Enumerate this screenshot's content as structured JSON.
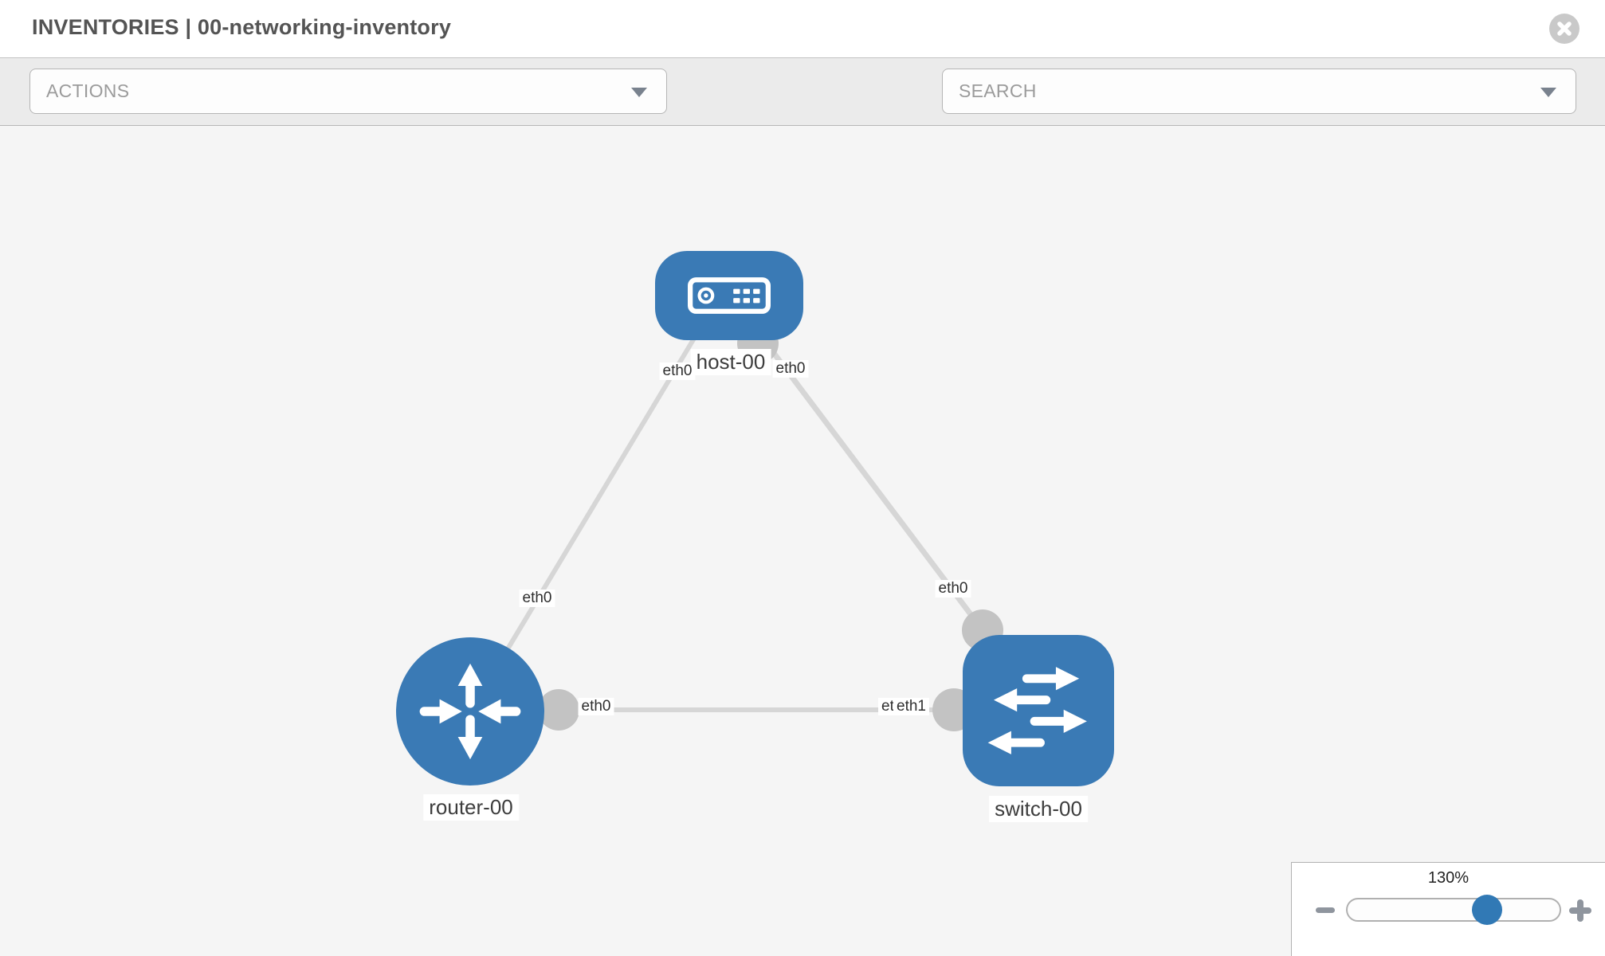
{
  "header": {
    "title": "INVENTORIES | 00-networking-inventory"
  },
  "toolbar": {
    "actions_label": "ACTIONS",
    "search_label": "SEARCH",
    "icons": [
      "wrench-icon",
      "key-icon"
    ]
  },
  "topology": {
    "nodes": [
      {
        "label": "host-00",
        "type": "host"
      },
      {
        "label": "router-00",
        "type": "router"
      },
      {
        "label": "switch-00",
        "type": "switch"
      }
    ],
    "links": [
      {
        "from": "host-00",
        "from_iface": "eth0",
        "to": "router-00",
        "to_iface": "eth0"
      },
      {
        "from": "host-00",
        "from_iface": "eth0",
        "to": "switch-00",
        "to_iface": "eth0"
      },
      {
        "from": "router-00",
        "from_iface": "eth0",
        "to": "switch-00",
        "to_ifaces": [
          "eth0",
          "eth1"
        ]
      }
    ]
  },
  "zoom_control": {
    "percent": "130%"
  },
  "colors": {
    "node_blue": "#3a7ab5",
    "link_gray": "#d6d6d6",
    "connector_gray": "#c3c3c3",
    "toolbar_bg": "#ebebeb",
    "canvas_bg": "#f5f5f5",
    "slider_handle_blue": "#3179b5"
  }
}
